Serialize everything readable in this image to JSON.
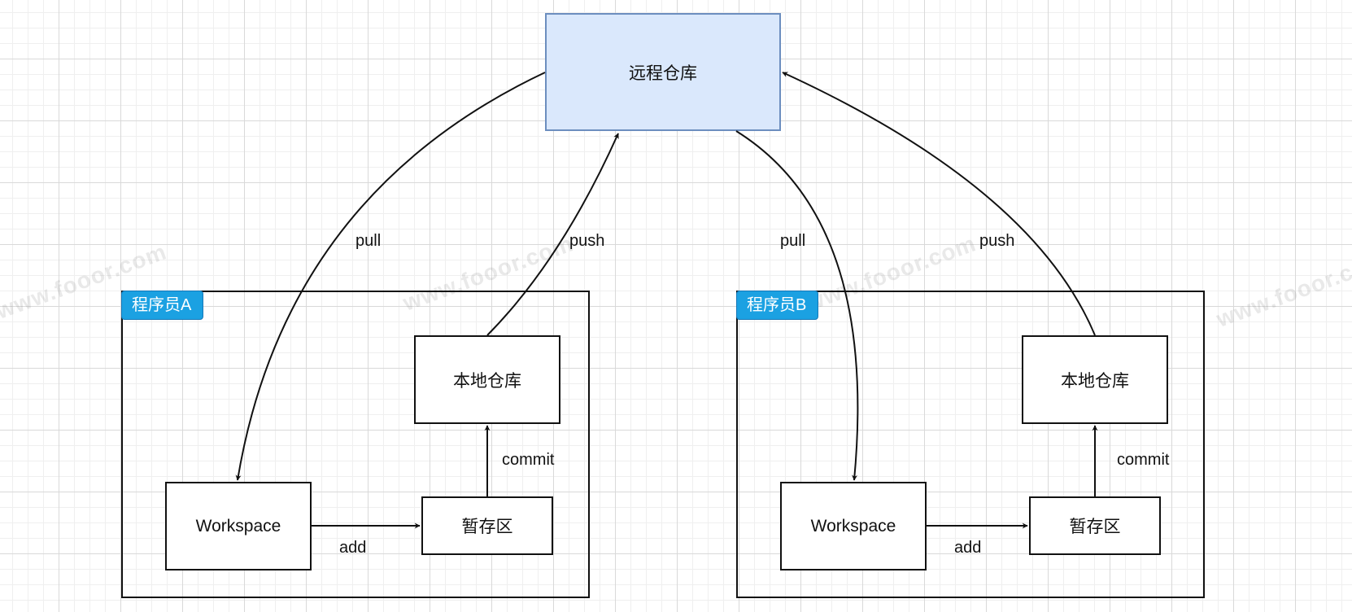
{
  "remote_repo": {
    "label": "远程仓库"
  },
  "groups": [
    {
      "title": "程序员A",
      "workspace": "Workspace",
      "staging": "暂存区",
      "local_repo": "本地仓库",
      "add_label": "add",
      "commit_label": "commit",
      "pull_label": "pull",
      "push_label": "push"
    },
    {
      "title": "程序员B",
      "workspace": "Workspace",
      "staging": "暂存区",
      "local_repo": "本地仓库",
      "add_label": "add",
      "commit_label": "commit",
      "pull_label": "pull",
      "push_label": "push"
    }
  ],
  "watermark": "www.fooor.com",
  "colors": {
    "remote_fill": "#dae8fc",
    "remote_stroke": "#6c8ebf",
    "tag_fill": "#1ba1e2",
    "edge": "#111111"
  }
}
